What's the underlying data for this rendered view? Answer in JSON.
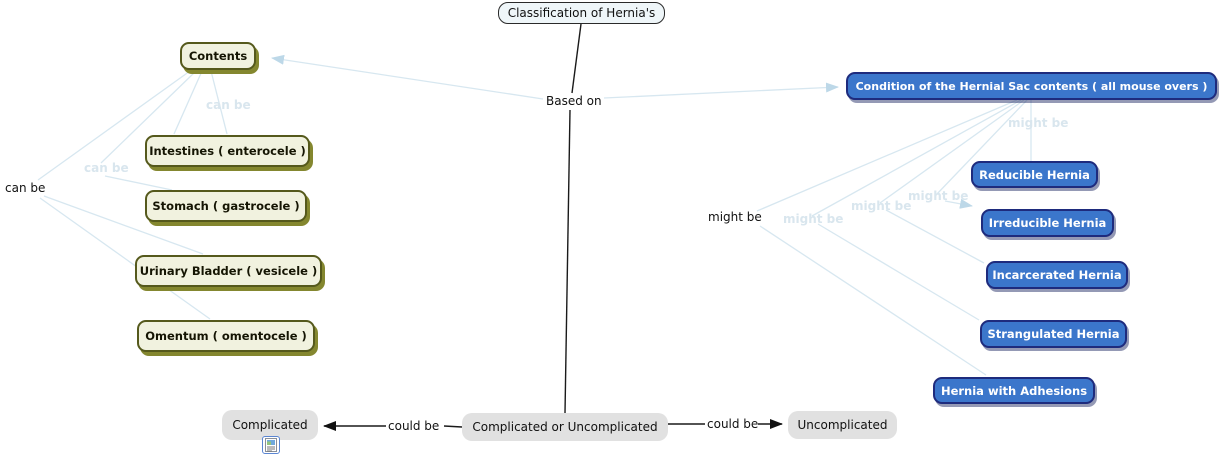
{
  "nodes": {
    "classification": {
      "label": "Classification of Hernia's"
    },
    "contents": {
      "label": "Contents"
    },
    "intestines": {
      "label": "Intestines ( enterocele )"
    },
    "stomach": {
      "label": "Stomach ( gastrocele )"
    },
    "urinary_bladder": {
      "label": "Urinary Bladder ( vesicele )"
    },
    "omentum": {
      "label": "Omentum ( omentocele )"
    },
    "condition": {
      "label": "Condition of the Hernial Sac contents ( all mouse overs )"
    },
    "reducible": {
      "label": "Reducible Hernia"
    },
    "irreducible": {
      "label": "Irreducible Hernia"
    },
    "incarcerated": {
      "label": "Incarcerated Hernia"
    },
    "strangulated": {
      "label": "Strangulated Hernia"
    },
    "adhesions": {
      "label": "Hernia with Adhesions"
    },
    "complicated": {
      "label": "Complicated"
    },
    "comp_or_uncomp": {
      "label": "Complicated or Uncomplicated"
    },
    "uncomplicated": {
      "label": "Uncomplicated"
    }
  },
  "edge_labels": {
    "based_on": "Based on",
    "can_be_left": "can be",
    "can_be_mid": "can be",
    "can_be_top": "can be",
    "might_be_left": "might be",
    "might_be_p1": "might be",
    "might_be_p2": "might be",
    "might_be_p3": "might be",
    "might_be_p4": "might be",
    "could_be_left": "could be",
    "could_be_right": "could be"
  },
  "icons": {
    "resource_icon": "document-image-resource-icon"
  },
  "colors": {
    "olive_fill": "#f1f2df",
    "olive_border": "#55591c",
    "olive_shadow": "#84872f",
    "blue_fill": "#3b76cb",
    "blue_border": "#1e2b7d",
    "gray_fill": "#e1e1e1",
    "plain_fill": "#eff6f9",
    "pale_line": "#d7e7f0",
    "pale_label": "#d9e6ee",
    "black_line": "#1a1a1a"
  }
}
